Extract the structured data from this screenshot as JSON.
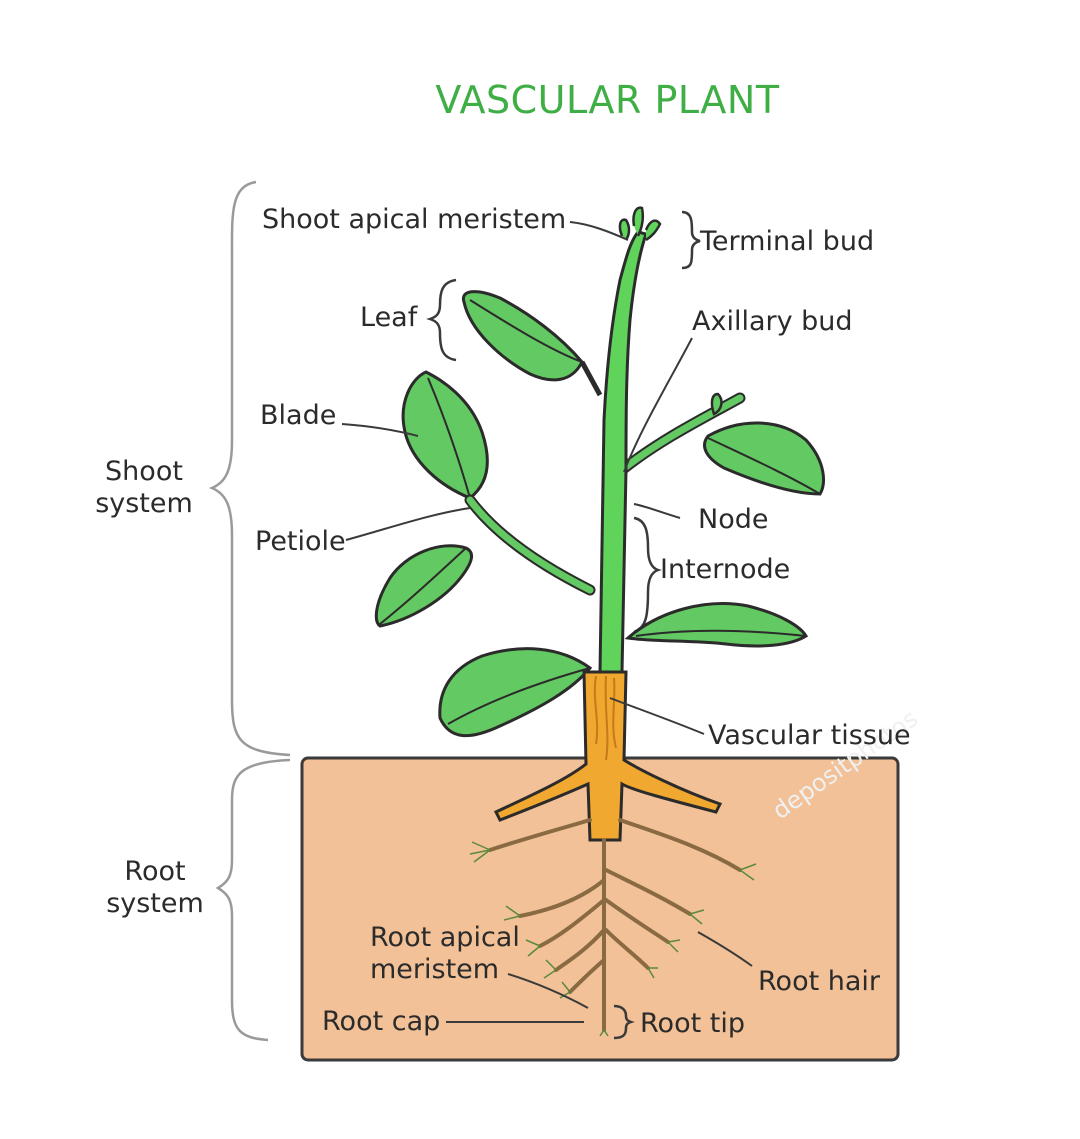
{
  "title": "VASCULAR PLANT",
  "labels": {
    "shoot_system_1": "Shoot",
    "shoot_system_2": "system",
    "root_system_1": "Root",
    "root_system_2": "system",
    "shoot_apical_meristem": "Shoot apical meristem",
    "terminal_bud": "Terminal bud",
    "leaf": "Leaf",
    "axillary_bud": "Axillary bud",
    "blade": "Blade",
    "node": "Node",
    "petiole": "Petiole",
    "internode": "Internode",
    "vascular_tissue": "Vascular tissue",
    "root_apical_meristem_1": "Root apical",
    "root_apical_meristem_2": "meristem",
    "root_hair": "Root hair",
    "root_cap": "Root cap",
    "root_tip": "Root tip"
  },
  "watermark": "depositphotos",
  "colors": {
    "title": "#3fae45",
    "stem": "#5fd35a",
    "leaf": "#63c962",
    "soil": "#f2c197",
    "vascular": "#f0a830",
    "root": "#b8976a",
    "outline": "#2b2b2b"
  }
}
